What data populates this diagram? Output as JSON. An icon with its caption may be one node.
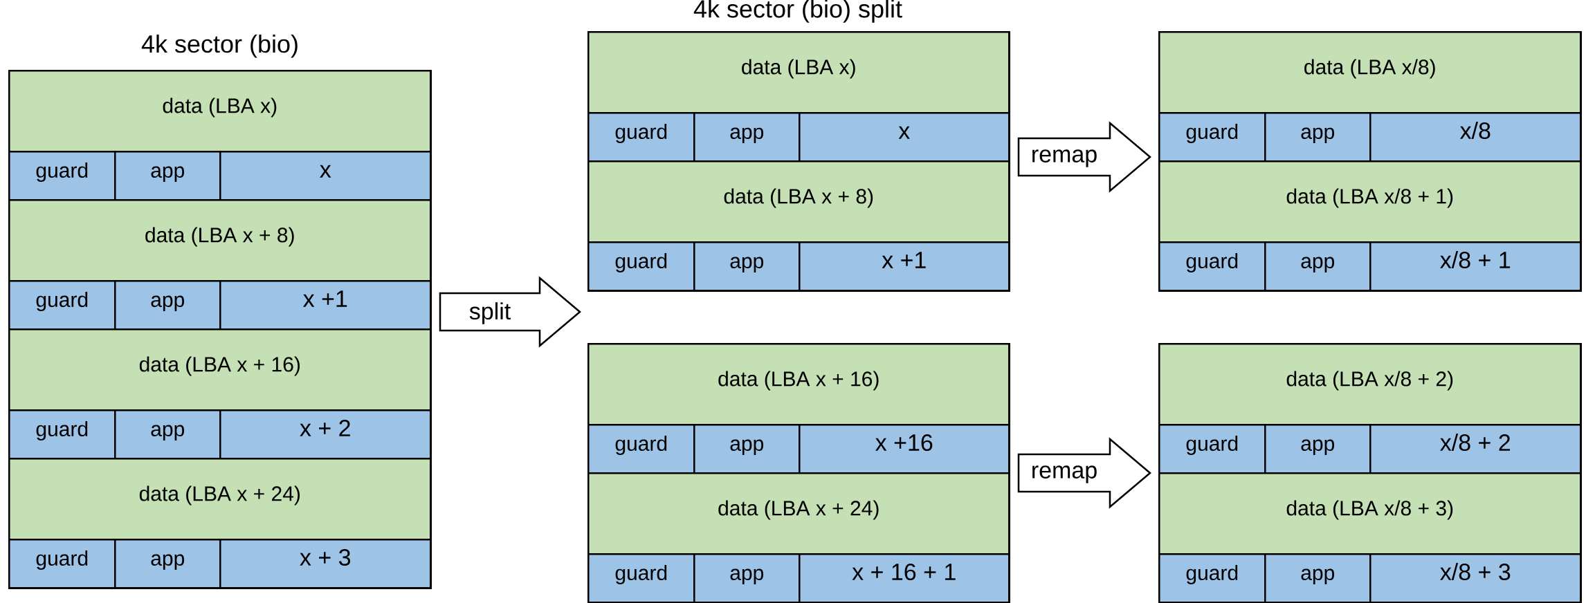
{
  "diagram": {
    "nodes": [
      {
        "text": [
          "4k sector (bio)"
        ]
      },
      {
        "text": [
          "data (LBA x)"
        ],
        "in": 0
      },
      {
        "text": [
          "guard"
        ],
        "in": 0
      },
      {
        "text": [
          "app"
        ],
        "in": 0
      },
      {
        "text": [
          "x"
        ],
        "in": 0
      },
      {
        "text": [
          "data (LBA x + 8)"
        ],
        "in": 0
      },
      {
        "text": [
          "guard"
        ],
        "in": 0
      },
      {
        "text": [
          "app"
        ],
        "in": 0
      },
      {
        "text": [
          "x +1"
        ],
        "in": 0
      },
      {
        "text": [
          "data (LBA x + 16)"
        ],
        "in": 0
      },
      {
        "text": [
          "guard"
        ],
        "in": 0
      },
      {
        "text": [
          "app"
        ],
        "in": 0
      },
      {
        "text": [
          "x + 2"
        ],
        "in": 0
      },
      {
        "text": [
          "data (LBA x + 24)"
        ],
        "in": 0
      },
      {
        "text": [
          "guard"
        ],
        "in": 0
      },
      {
        "text": [
          "app"
        ],
        "in": 0
      },
      {
        "text": [
          "x + 3"
        ],
        "in": 0
      },
      {
        "text": [],
        "shape": "box"
      },
      {
        "text": [
          "data (LBA x)"
        ],
        "in": 17
      },
      {
        "text": [
          "guard"
        ],
        "in": 17
      },
      {
        "text": [
          "app"
        ],
        "in": 17
      },
      {
        "text": [
          "x"
        ],
        "in": 17
      },
      {
        "text": [
          "data (LBA x + 8)"
        ],
        "in": 17
      },
      {
        "text": [
          "guard"
        ],
        "in": 17
      },
      {
        "text": [
          "app"
        ],
        "in": 17
      },
      {
        "text": [
          "x +1"
        ],
        "in": 17
      },
      {
        "text": [],
        "shape": "box"
      },
      {
        "text": [
          "data (LBA x/8)"
        ],
        "in": 26
      },
      {
        "text": [
          "guard"
        ],
        "in": 26
      },
      {
        "text": [
          "app"
        ],
        "in": 26
      },
      {
        "text": [
          "x/8"
        ],
        "in": 26
      },
      {
        "text": [
          "data (LBA x/8 + 1)"
        ],
        "in": 26
      },
      {
        "text": [
          "guard"
        ],
        "in": 26
      },
      {
        "text": [
          "app"
        ],
        "in": 26
      },
      {
        "text": [
          "x/8 + 1"
        ],
        "in": 26
      },
      {
        "text": [],
        "shape": "box"
      },
      {
        "text": [
          "data (LBA x + 16)"
        ],
        "in": 35
      },
      {
        "text": [
          "guard"
        ],
        "in": 35
      },
      {
        "text": [
          "app"
        ],
        "in": 35
      },
      {
        "text": [
          "x +16"
        ],
        "in": 35
      },
      {
        "text": [
          "data (LBA x + 24)"
        ],
        "in": 35
      },
      {
        "text": [
          "guard"
        ],
        "in": 35
      },
      {
        "text": [
          "app"
        ],
        "in": 35
      },
      {
        "text": [
          "x + 16 + 1"
        ],
        "in": 35
      },
      {
        "text": [],
        "shape": "box"
      },
      {
        "text": [
          "data (LBA x/8 + 2)"
        ],
        "in": 44
      },
      {
        "text": [
          "guard"
        ],
        "in": 44
      },
      {
        "text": [
          "app"
        ],
        "in": 44
      },
      {
        "text": [
          "x/8 + 2"
        ],
        "in": 44
      },
      {
        "text": [
          "data (LBA x/8 + 3)"
        ],
        "in": 44
      },
      {
        "text": [
          "guard"
        ],
        "in": 44
      },
      {
        "text": [
          "app"
        ],
        "in": 44
      },
      {
        "text": [
          "x/8 + 3"
        ],
        "in": 44
      }
    ],
    "edges": [
      {
        "from": 0,
        "to": null,
        "arrow": "to",
        "label": "split"
      },
      {
        "from": 17,
        "to": 26,
        "arrow": "to",
        "label": "remap"
      },
      {
        "from": 35,
        "to": 44,
        "arrow": "to",
        "label": "remap"
      }
    ],
    "labels": [
      "4k sector (bio) split"
    ]
  }
}
